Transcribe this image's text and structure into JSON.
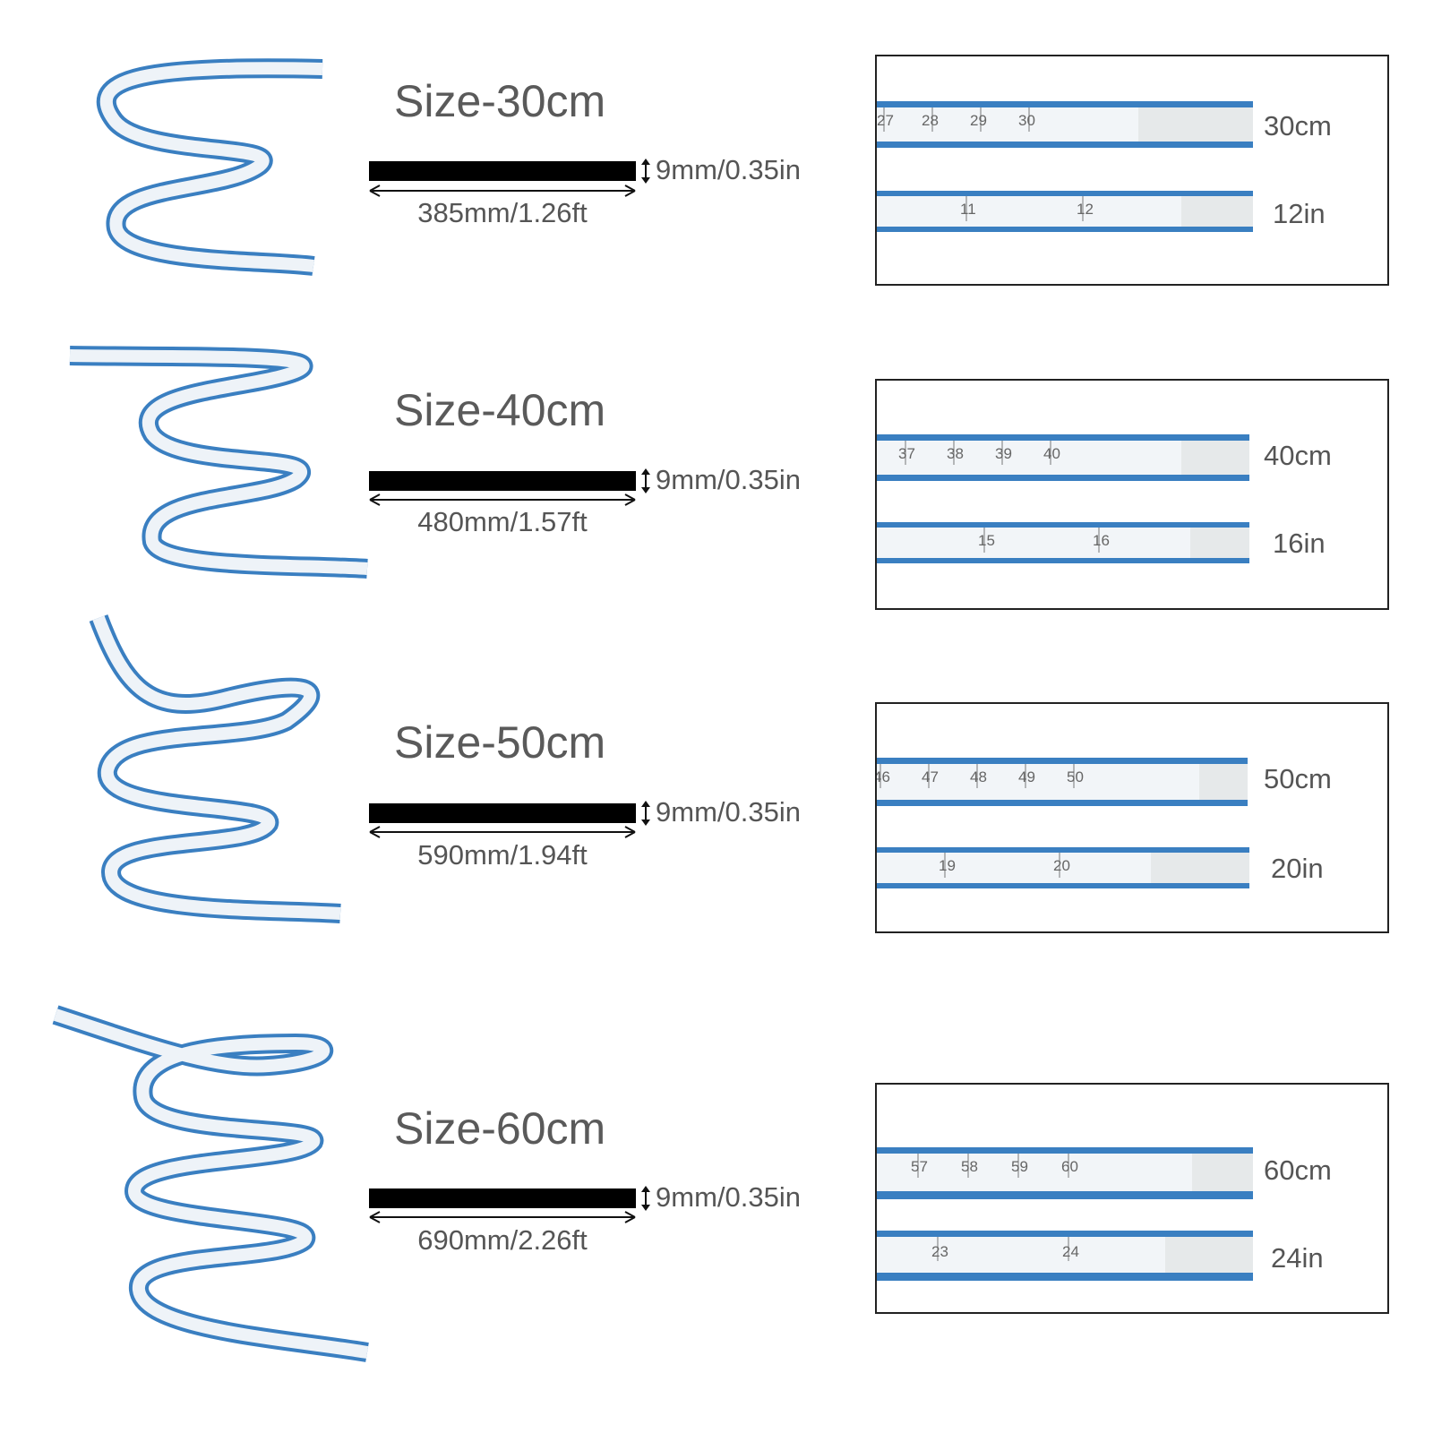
{
  "thickness_label": "9mm/0.35in",
  "rows": [
    {
      "title": "Size-30cm",
      "length": "385mm/1.26ft",
      "cm_label": "30cm",
      "in_label": "12in",
      "cm_ticks": [
        "27",
        "28",
        "29",
        "30"
      ],
      "in_ticks": [
        "11",
        "12"
      ]
    },
    {
      "title": "Size-40cm",
      "length": "480mm/1.57ft",
      "cm_label": "40cm",
      "in_label": "16in",
      "cm_ticks": [
        "37",
        "38",
        "39",
        "40"
      ],
      "in_ticks": [
        "15",
        "16"
      ]
    },
    {
      "title": "Size-50cm",
      "length": "590mm/1.94ft",
      "cm_label": "50cm",
      "in_label": "20in",
      "cm_ticks": [
        "46",
        "47",
        "48",
        "49",
        "50"
      ],
      "in_ticks": [
        "19",
        "20"
      ]
    },
    {
      "title": "Size-60cm",
      "length": "690mm/2.26ft",
      "cm_label": "60cm",
      "in_label": "24in",
      "cm_ticks": [
        "57",
        "58",
        "59",
        "60"
      ],
      "in_ticks": [
        "23",
        "24"
      ]
    }
  ],
  "colors": {
    "ruler_blue": "#3a7fc1",
    "ruler_body": "#f2f5f8",
    "bar": "#000000",
    "frame": "#222222"
  }
}
